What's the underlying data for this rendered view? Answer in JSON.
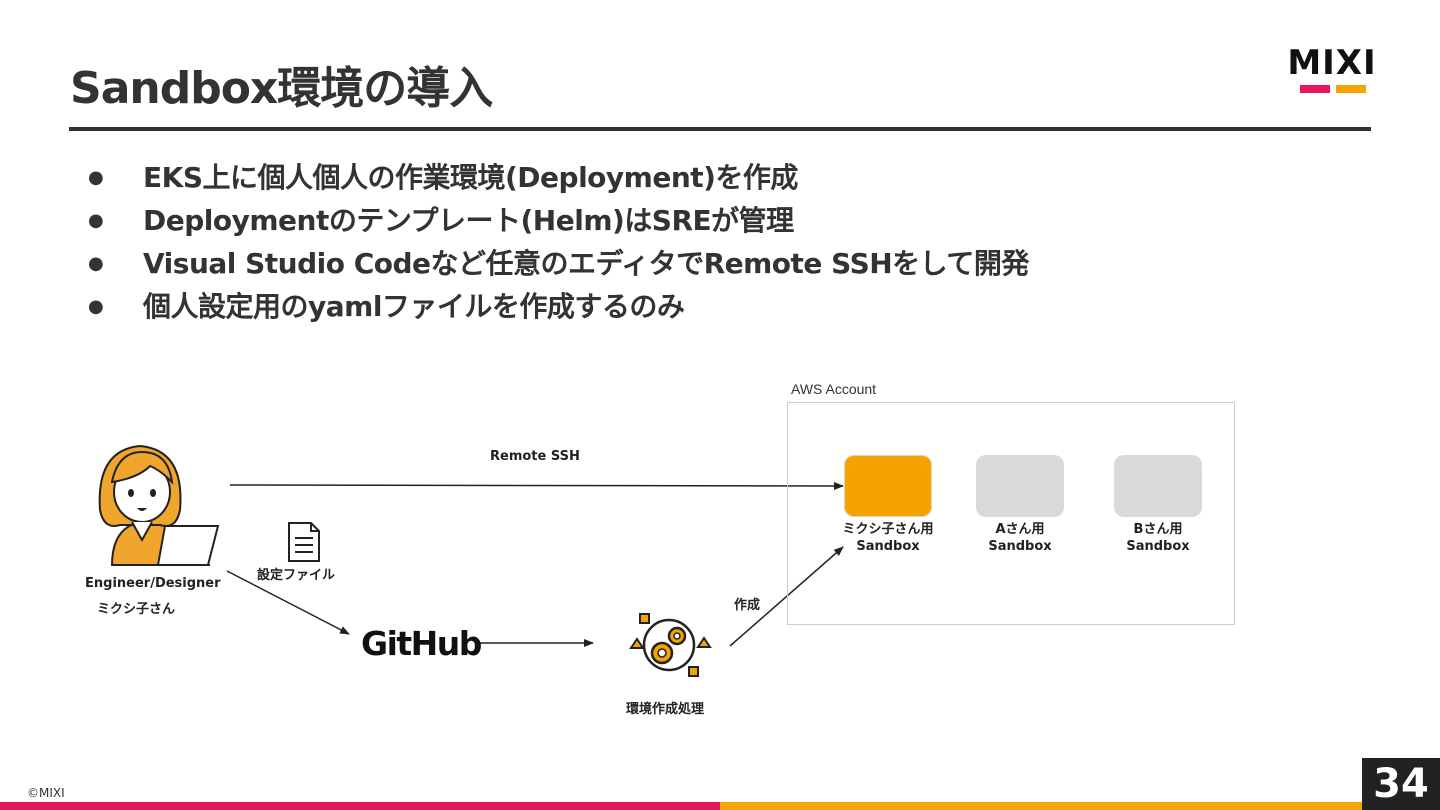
{
  "title": "Sandbox環境の導入",
  "logo": {
    "text": "MIXI",
    "colors": [
      "#e6175a",
      "#f6a400"
    ]
  },
  "bullets": [
    "EKS上に個人個人の作業環境(Deployment)を作成",
    "Deploymentのテンプレート(Helm)はSREが管理",
    "Visual Studio Codeなど任意のエディタでRemote SSHをして開発",
    "個人設定用のyamlファイルを作成するのみ"
  ],
  "bullet_marker": "●",
  "diagram": {
    "engineer_role": "Engineer/Designer",
    "engineer_name": "ミクシ子さん",
    "config_file_label": "設定ファイル",
    "remote_ssh_label": "Remote SSH",
    "github_label": "GitHub",
    "process_label": "環境作成処理",
    "create_label": "作成",
    "aws_account_label": "AWS Account",
    "sandboxes": [
      {
        "owner": "ミクシ子さん用",
        "name": "Sandbox",
        "color": "#f5a300"
      },
      {
        "owner": "Aさん用",
        "name": "Sandbox",
        "color": "#d9d9d9"
      },
      {
        "owner": "Bさん用",
        "name": "Sandbox",
        "color": "#d9d9d9"
      }
    ],
    "icons": [
      "engineer-avatar-icon",
      "document-icon",
      "gears-icon",
      "laptop-icon"
    ]
  },
  "footer": {
    "copyright": "©MIXI",
    "page_number": "34",
    "colors": [
      "#e6175a",
      "#f6a400"
    ]
  }
}
